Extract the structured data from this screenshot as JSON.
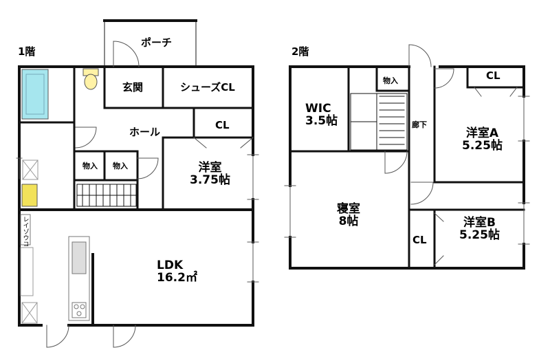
{
  "floors": [
    {
      "label": "1階"
    },
    {
      "label": "2階"
    }
  ],
  "first_floor": {
    "porch": "ポーチ",
    "entrance": "玄関",
    "shoes_closet": "シューズCL",
    "hall": "ホール",
    "closet": "CL",
    "storage_1": "物入",
    "storage_2": "物入",
    "western_room_name": "洋室",
    "western_room_size": "3.75帖",
    "ldk_name": "LDK",
    "ldk_size": "16.2㎡",
    "refrigerator": "レイゾウコ"
  },
  "second_floor": {
    "wic_name": "WIC",
    "wic_size": "3.5帖",
    "storage": "物入",
    "corridor": "廊下",
    "room_a_closet": "CL",
    "room_a_name": "洋室A",
    "room_a_size": "5.25帖",
    "bedroom_name": "寝室",
    "bedroom_size": "8帖",
    "room_b_closet": "CL",
    "room_b_name": "洋室B",
    "room_b_size": "5.25帖"
  },
  "colors": {
    "wall": "#111111",
    "bath": "#a6e6ee",
    "toilet": "#fff2a6",
    "sink": "#f2e25a",
    "line": "#888888"
  }
}
